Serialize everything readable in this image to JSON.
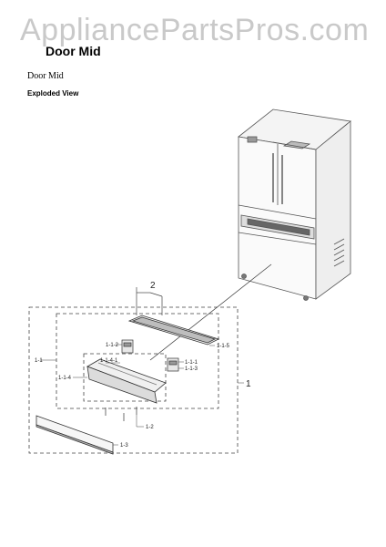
{
  "watermark": "AppliancePartsPros.com",
  "title": "Door Mid",
  "subtitle": "Door Mid",
  "view_label": "Exploded View",
  "callouts": {
    "c2": "2",
    "c1": "1",
    "c1_1": "1-1",
    "c1_1_2": "1-1-2",
    "c1_1_4_1": "1-1-4-1",
    "c1_1_5": "1-1-5",
    "c1_1_1": "1-1-1",
    "c1_1_3": "1-1-3",
    "c1_1_4": "1-1-4",
    "c1_2": "1-2",
    "c1_3": "1-3"
  }
}
